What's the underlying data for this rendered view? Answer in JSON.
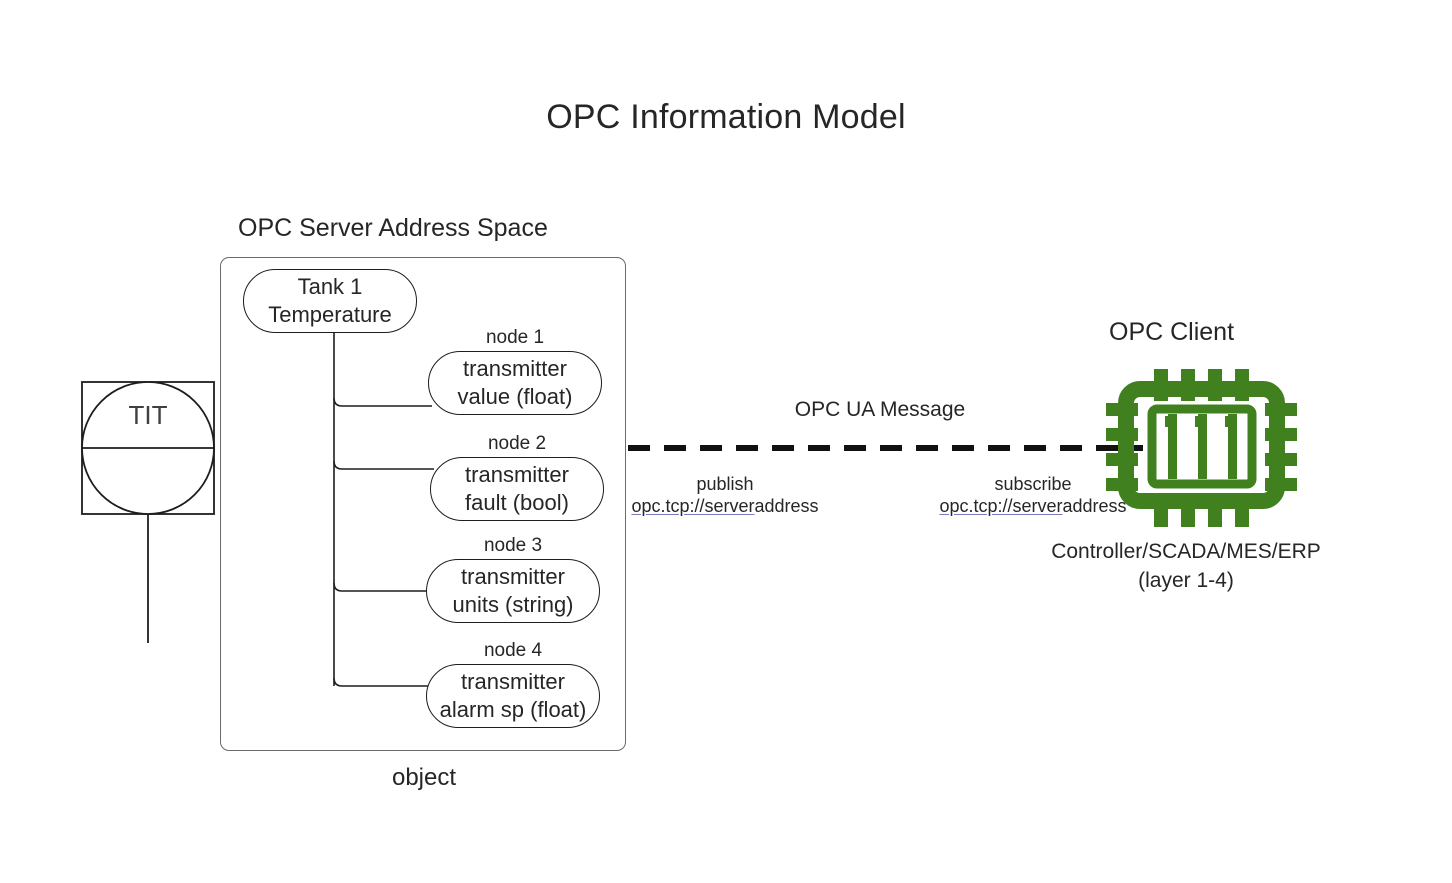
{
  "title": "OPC Information Model",
  "server": {
    "caption": "OPC Server Address Space",
    "object_caption": "object",
    "root": {
      "line1": "Tank 1",
      "line2": "Temperature"
    },
    "nodes": [
      {
        "label": "node 1",
        "line1": "transmitter",
        "line2": "value (float)"
      },
      {
        "label": "node 2",
        "line1": "transmitter",
        "line2": "fault (bool)"
      },
      {
        "label": "node 3",
        "line1": "transmitter",
        "line2": "units (string)"
      },
      {
        "label": "node 4",
        "line1": "transmitter",
        "line2": "alarm sp (float)"
      }
    ]
  },
  "field_device": {
    "tag": "TIT",
    "symbol": "isa-instrument-balloon"
  },
  "link": {
    "message_label": "OPC UA Message",
    "publish": {
      "verb": "publish",
      "url_link_part": "opc.tcp://server",
      "url_plain_part": "address"
    },
    "subscribe": {
      "verb": "subscribe",
      "url_link_part": "opc.tcp://server",
      "url_plain_part": "address"
    }
  },
  "client": {
    "caption": "OPC Client",
    "subtitle_line1": "Controller/SCADA/MES/ERP",
    "subtitle_line2": "(layer 1-4)",
    "icon": "cpu-chip-icon"
  },
  "colors": {
    "chip_green": "#41801f",
    "stroke": "#1d1d1d",
    "box_stroke": "#6b6b6b",
    "text": "#262626",
    "link_underline": "#7a7ab8",
    "background": "#ffffff"
  }
}
